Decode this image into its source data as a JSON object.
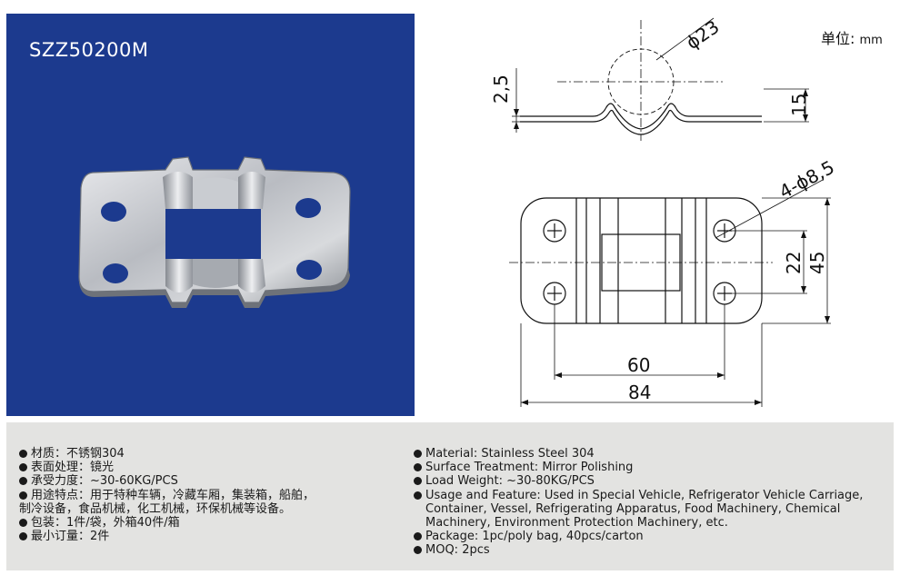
{
  "photo": {
    "model_code": "SZZ50200M",
    "background_color": "#1c3a8e"
  },
  "unit": {
    "label": "单位:",
    "value": "mm"
  },
  "drawing": {
    "dim_diameter_23": "ϕ23",
    "dim_thickness": "2,5",
    "dim_height": "15",
    "dim_holes": "4-ϕ8,5",
    "dim_22": "22",
    "dim_45": "45",
    "dim_60": "60",
    "dim_84": "84"
  },
  "specs_cn": [
    {
      "text": "材质：不锈钢304"
    },
    {
      "text": "表面处理：镜光"
    },
    {
      "text": "承受力度：~30-60KG/PCS"
    },
    {
      "text": "用途特点：用于特种车辆，冷藏车厢，集装箱，船舶，",
      "text2": "制冷设备，食品机械，化工机械，环保机械等设备。"
    },
    {
      "text": "包装：1件/袋，外箱40件/箱"
    },
    {
      "text": "最小订量：2件"
    }
  ],
  "specs_en": [
    {
      "text": "Material: Stainless Steel 304"
    },
    {
      "text": "Surface Treatment: Mirror Polishing"
    },
    {
      "text": "Load Weight: ~30-80KG/PCS"
    },
    {
      "text": "Usage and Feature: Used in Special Vehicle, Refrigerator Vehicle Carriage,",
      "text2": "Container, Vessel, Refrigerating Apparatus, Food Machinery, Chemical",
      "text3": "Machinery, Environment Protection Machinery, etc."
    },
    {
      "text": "Package: 1pc/poly bag, 40pcs/carton"
    },
    {
      "text": "MOQ: 2pcs"
    }
  ]
}
